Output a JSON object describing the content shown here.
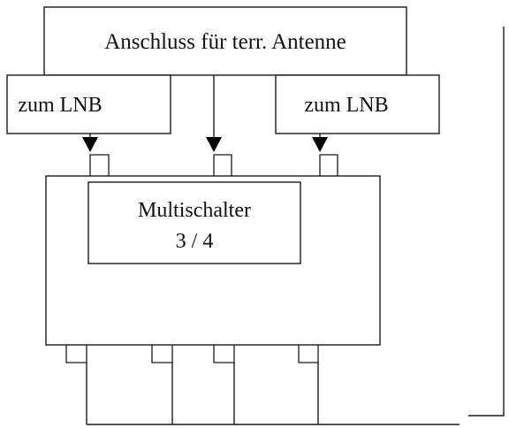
{
  "diagram": {
    "terrestrial_box": {
      "label": "Anschluss für terr. Antenne"
    },
    "lnb_left": {
      "label": "zum LNB"
    },
    "lnb_right": {
      "label": "zum LNB"
    },
    "multiswitch": {
      "label_line1": "Multischalter",
      "label_line2": "3 / 4"
    }
  }
}
